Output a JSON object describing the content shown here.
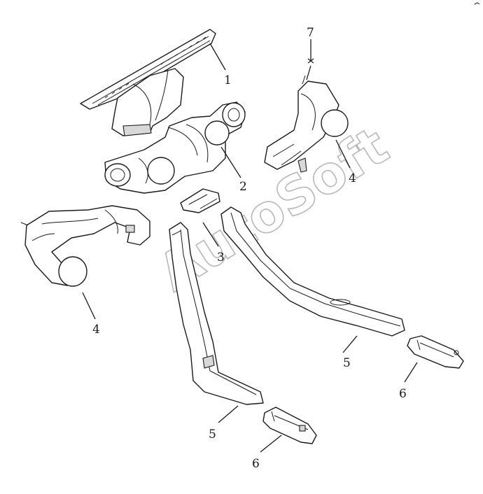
{
  "watermark": "AutoSoft",
  "callouts": {
    "c1": "1",
    "c2": "2",
    "c3": "3",
    "c4a": "4",
    "c4b": "4",
    "c5a": "5",
    "c5b": "5",
    "c6a": "6",
    "c6b": "6",
    "c7": "7"
  },
  "colors": {
    "line": "#1a1a1a",
    "shade": "#d8d8d8",
    "watermark": "#b8b8b8"
  }
}
